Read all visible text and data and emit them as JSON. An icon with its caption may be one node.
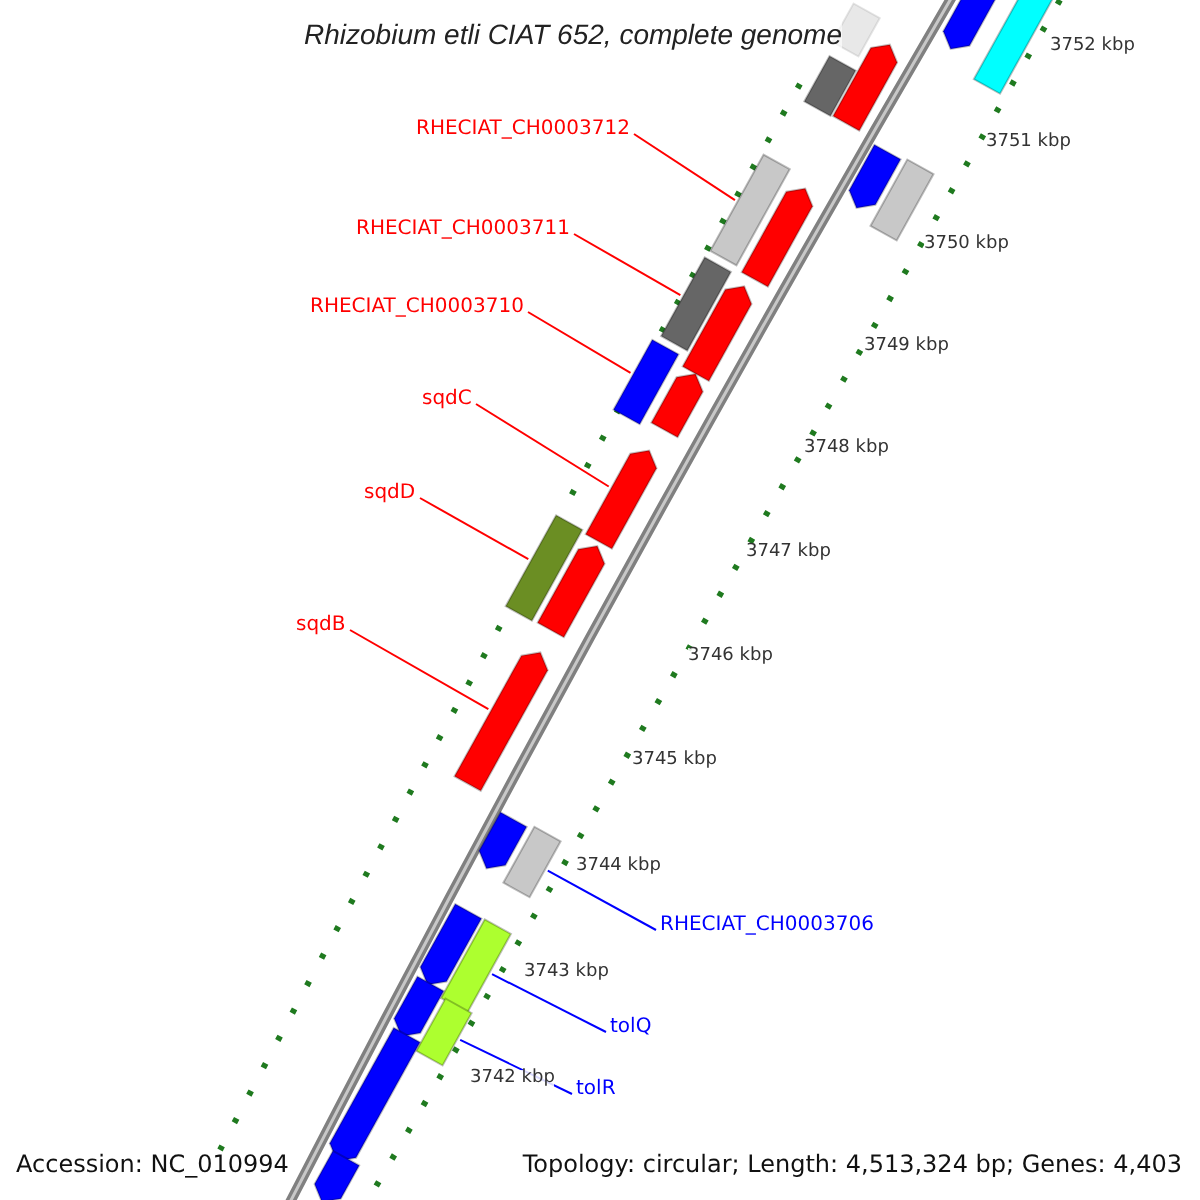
{
  "diagram": {
    "title": "Rhizobium etli CIAT 652, complete genome",
    "nodes": [
      {
        "text": [
          "RHECIAT_CH0003712"
        ]
      },
      {
        "text": [
          "RHECIAT_CH0003711"
        ]
      },
      {
        "text": [
          "RHECIAT_CH0003710"
        ]
      },
      {
        "text": [
          "sqdC"
        ]
      },
      {
        "text": [
          "sqdD"
        ]
      },
      {
        "text": [
          "sqdB"
        ]
      },
      {
        "text": [
          "RHECIAT_CH0003706"
        ]
      },
      {
        "text": [
          "tolQ"
        ]
      },
      {
        "text": [
          "tolR"
        ]
      },
      {
        "text": [],
        "shape": "bar"
      },
      {
        "text": [],
        "shape": "bar"
      },
      {
        "text": [],
        "shape": "bar"
      },
      {
        "text": [],
        "shape": "bar"
      },
      {
        "text": [],
        "shape": "bar"
      },
      {
        "text": [],
        "shape": "bar"
      },
      {
        "text": [],
        "shape": "bar"
      },
      {
        "text": [],
        "shape": "bar"
      },
      {
        "text": [],
        "shape": "bar"
      },
      {
        "text": [],
        "shape": "bar"
      },
      {
        "text": [],
        "shape": "bar"
      },
      {
        "text": [],
        "shape": "bar"
      },
      {
        "text": [],
        "shape": "bar"
      },
      {
        "text": [],
        "shape": "bar"
      },
      {
        "text": [],
        "shape": "bar"
      },
      {
        "text": [],
        "shape": "bar"
      },
      {
        "text": [],
        "shape": "bar"
      },
      {
        "text": [],
        "shape": "bar"
      },
      {
        "text": [],
        "shape": "bar"
      },
      {
        "text": [],
        "shape": "bar"
      },
      {
        "text": [],
        "shape": "bar"
      },
      {
        "text": [],
        "shape": "bar"
      },
      {
        "text": [],
        "shape": "bar"
      },
      {
        "text": [],
        "shape": "bar"
      },
      {
        "text": [],
        "shape": "bar"
      }
    ],
    "edges": [
      {
        "from": 0,
        "to": 9,
        "arrow": "none"
      },
      {
        "from": 1,
        "to": 10,
        "arrow": "none"
      },
      {
        "from": 2,
        "to": 11,
        "arrow": "none"
      },
      {
        "from": 3,
        "to": 12,
        "arrow": "none"
      },
      {
        "from": 4,
        "to": 13,
        "arrow": "none"
      },
      {
        "from": 5,
        "to": 14,
        "arrow": "none"
      },
      {
        "from": 6,
        "to": 15,
        "arrow": "none",
        "color": "#0000ff"
      },
      {
        "from": 7,
        "to": 16,
        "arrow": "none",
        "color": "#0000ff"
      },
      {
        "from": 8,
        "to": 17,
        "arrow": "none",
        "color": "#0000ff"
      }
    ],
    "labels": [
      "3752 kbp",
      "3751 kbp",
      "3750 kbp",
      "3749 kbp",
      "3748 kbp",
      "3747 kbp",
      "3746 kbp",
      "3745 kbp",
      "3744 kbp",
      "3743 kbp",
      "3742 kbp",
      "Accession: NC_010994",
      "Topology: circular; Length: 4,513,324 bp; Genes: 4,403"
    ]
  }
}
